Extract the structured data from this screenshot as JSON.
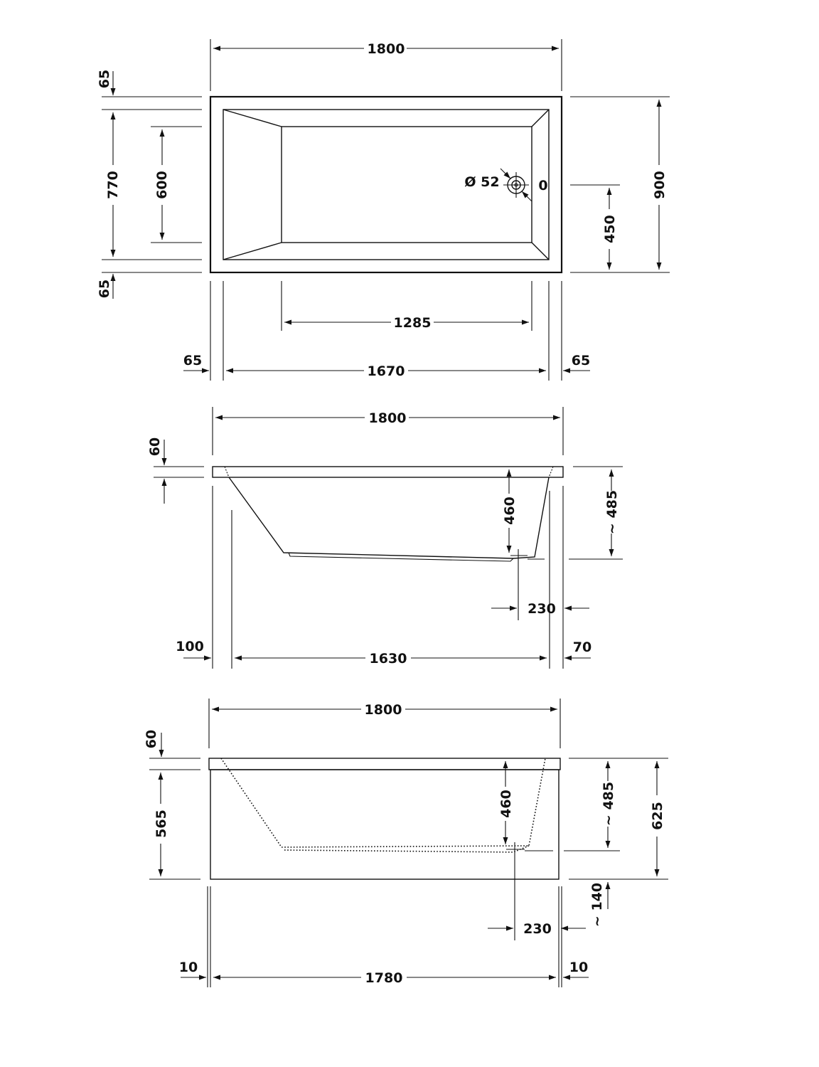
{
  "plan_view": {
    "length": "1800",
    "width_total": "900",
    "width_inner": "770",
    "width_floor": "600",
    "rim_top": "65",
    "rim_bottom": "65",
    "drain_offset": "450",
    "drain_diameter": "Ø 52",
    "overflow_mark": "0",
    "floor_length": "1285",
    "inner_length": "1670",
    "rim_left": "65",
    "rim_right": "65"
  },
  "section_view": {
    "length": "1800",
    "rim_thickness": "60",
    "depth": "460",
    "height": "~ 485",
    "drain_distance": "230",
    "left_offset": "100",
    "inner_length": "1630",
    "right_offset": "70"
  },
  "front_view": {
    "length": "1800",
    "rim_thickness": "60",
    "panel_height": "565",
    "depth": "460",
    "height": "~ 485",
    "total_height": "625",
    "drain_height": "~ 140",
    "drain_distance": "230",
    "left_offset": "10",
    "inner_length": "1780",
    "right_offset": "10"
  }
}
